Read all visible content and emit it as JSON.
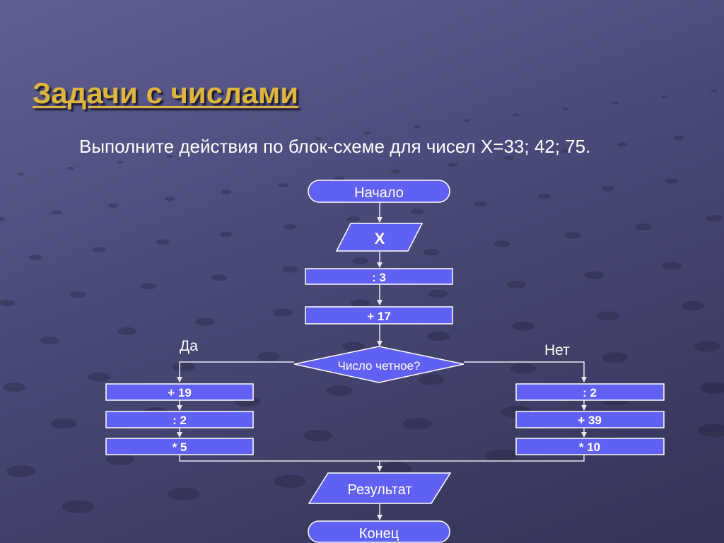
{
  "title": "Задачи с числами",
  "subtitle": "Выполните действия по блок-схеме для чисел X=33; 42; 75.",
  "colors": {
    "block_fill": "#6060f5",
    "block_stroke": "#ffffff",
    "line": "#e8e8f0",
    "title": "#e0b53d"
  },
  "flowchart": {
    "start": "Начало",
    "input": "X",
    "step1": ": 3",
    "step2": "+ 17",
    "decision": "Число четное?",
    "yes_label": "Да",
    "no_label": "Нет",
    "yes_branch": [
      "+ 19",
      ": 2",
      "* 5"
    ],
    "no_branch": [
      ": 2",
      "+ 39",
      "* 10"
    ],
    "output": "Результат",
    "end": "Конец"
  }
}
